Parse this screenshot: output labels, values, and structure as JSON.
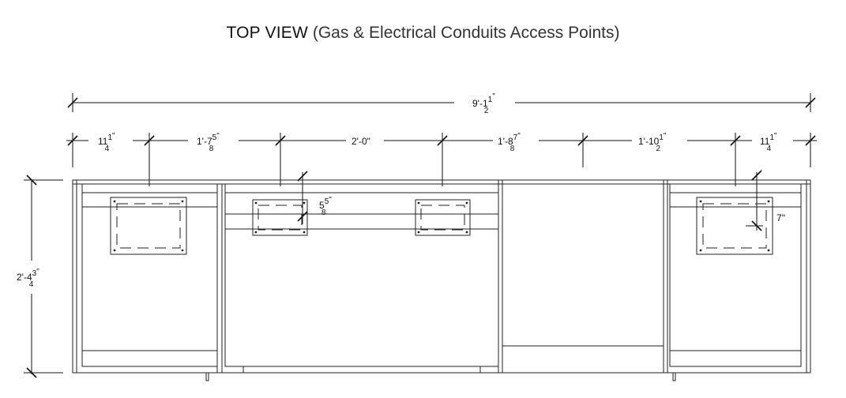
{
  "title": {
    "main": "TOP VIEW",
    "sub": "(Gas & Electrical Conduits Access Points)"
  },
  "dimensions": {
    "overall": {
      "whole": "9'-1",
      "num": "1",
      "den": "2",
      "unit": "\""
    },
    "segments": [
      {
        "whole": "11",
        "num": "1",
        "den": "4",
        "unit": "\""
      },
      {
        "whole": "1'-7",
        "num": "5",
        "den": "8",
        "unit": "\""
      },
      {
        "whole": "2'-0",
        "num": "",
        "den": "",
        "unit": "\""
      },
      {
        "whole": "1'-8",
        "num": "7",
        "den": "8",
        "unit": "\""
      },
      {
        "whole": "1'-10",
        "num": "1",
        "den": "2",
        "unit": "\""
      },
      {
        "whole": "11",
        "num": "1",
        "den": "4",
        "unit": "\""
      }
    ],
    "depth": {
      "whole": "2'-4",
      "num": "3",
      "den": "4",
      "unit": "\""
    },
    "access_offset": {
      "whole": "5",
      "num": "5",
      "den": "8",
      "unit": "\""
    },
    "side_offset": {
      "whole": "7",
      "num": "",
      "den": "",
      "unit": "\""
    }
  }
}
